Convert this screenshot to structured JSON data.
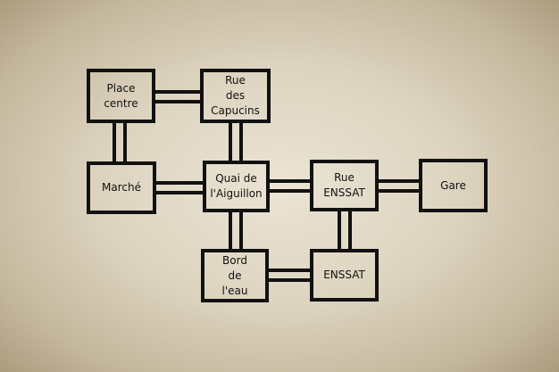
{
  "diagram": {
    "nodes": {
      "place_centre": "Place\ncentre",
      "rue_capucins": "Rue\ndes\nCapucins",
      "marche": "Marché",
      "quai_aiguillon": "Quai de\nl'Aiguillon",
      "rue_enssat": "Rue\nENSSAT",
      "gare": "Gare",
      "bord_eau": "Bord\nde\nl'eau",
      "enssat": "ENSSAT"
    },
    "edges": [
      [
        "place_centre",
        "rue_capucins"
      ],
      [
        "place_centre",
        "marche"
      ],
      [
        "rue_capucins",
        "quai_aiguillon"
      ],
      [
        "marche",
        "quai_aiguillon"
      ],
      [
        "quai_aiguillon",
        "rue_enssat"
      ],
      [
        "rue_enssat",
        "gare"
      ],
      [
        "quai_aiguillon",
        "bord_eau"
      ],
      [
        "rue_enssat",
        "enssat"
      ],
      [
        "bord_eau",
        "enssat"
      ]
    ]
  }
}
